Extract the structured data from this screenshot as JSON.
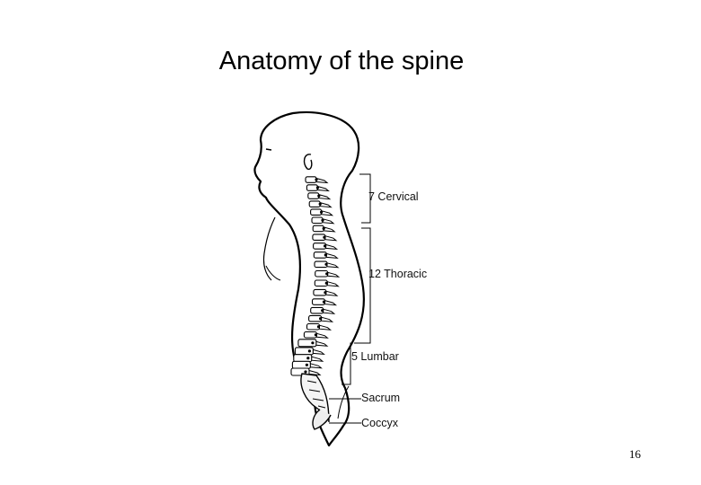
{
  "slide": {
    "title": "Anatomy of the spine",
    "page_number": "16"
  },
  "diagram": {
    "labels": {
      "cervical": "7 Cervical",
      "thoracic": "12 Thoracic",
      "lumbar": "5 Lumbar",
      "sacrum": "Sacrum",
      "coccyx": "Coccyx"
    }
  }
}
